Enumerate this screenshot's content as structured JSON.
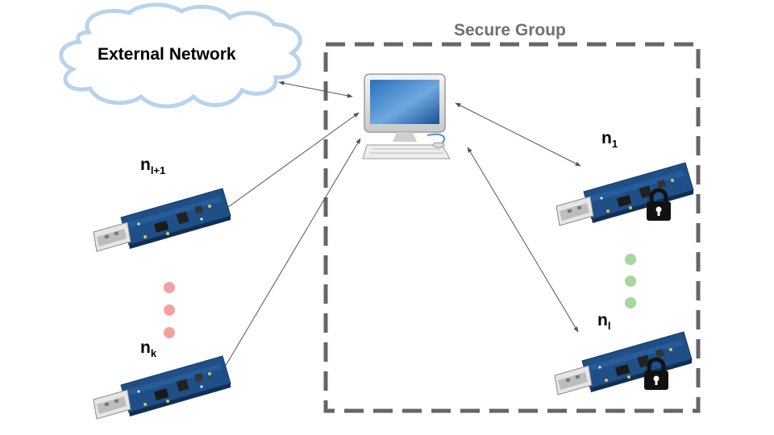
{
  "external_network": {
    "label": "External Network",
    "icon": "cloud-icon"
  },
  "secure_group": {
    "title": "Secure Group",
    "border_color": "#666666"
  },
  "host": {
    "icon": "computer-icon"
  },
  "nodes": [
    {
      "id": "n1",
      "base": "n",
      "sub": "1",
      "locked": true,
      "in_group": true
    },
    {
      "id": "nl",
      "base": "n",
      "sub": "l",
      "locked": true,
      "in_group": true
    },
    {
      "id": "nl1",
      "base": "n",
      "sub": "l+1",
      "locked": false,
      "in_group": false
    },
    {
      "id": "nk",
      "base": "n",
      "sub": "k",
      "locked": false,
      "in_group": false
    }
  ],
  "colors": {
    "cloud_stroke": "#b9d3ea",
    "group_dots": "#a6d79c",
    "outside_dots": "#f1a2a2",
    "pcb": "#1f4f86",
    "lock": "#111111",
    "arrows": "#555555"
  },
  "icons": {
    "device": "usb-sensor-node-icon",
    "lock": "lock-icon",
    "ellipsis": "vertical-ellipsis-icon"
  }
}
